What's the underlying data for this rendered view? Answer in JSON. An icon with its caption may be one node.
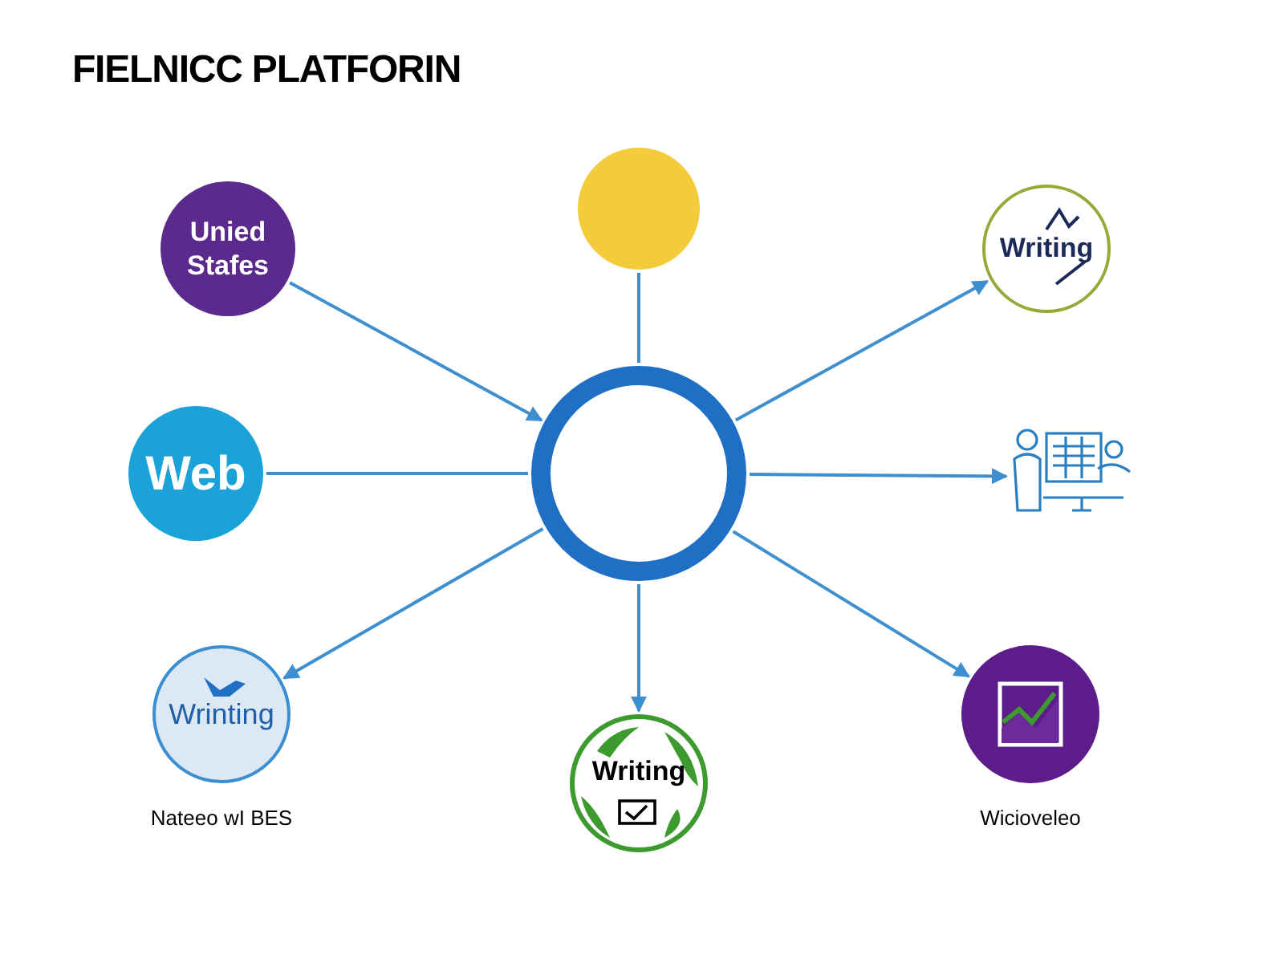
{
  "diagram": {
    "title": "FIELNICC PLATFORIN",
    "nodes": [
      {
        "text": [
          "Unied Stafes"
        ]
      },
      {
        "text": [],
        "shape": "circle"
      },
      {
        "text": [
          "Writing"
        ]
      },
      {
        "text": [
          "Web"
        ]
      },
      {
        "text": [],
        "shape": "circle"
      },
      {
        "text": [],
        "shape": "picture"
      },
      {
        "text": [
          "Wrinting"
        ],
        "beside": [
          "Nateeo wI BES"
        ]
      },
      {
        "text": [
          "Writing"
        ]
      },
      {
        "text": [],
        "shape": "circle",
        "beside": [
          "Wicioveleo"
        ]
      }
    ],
    "edges": [
      {
        "from": 0,
        "to": 4,
        "arrow": "to"
      },
      {
        "from": 1,
        "to": 4,
        "arrow": "none"
      },
      {
        "from": 3,
        "to": 4,
        "arrow": "none"
      },
      {
        "from": 4,
        "to": 2,
        "arrow": "to"
      },
      {
        "from": 4,
        "to": 5,
        "arrow": "to"
      },
      {
        "from": 4,
        "to": 6,
        "arrow": "to"
      },
      {
        "from": 4,
        "to": 7,
        "arrow": "to"
      },
      {
        "from": 4,
        "to": 8,
        "arrow": "to"
      }
    ]
  }
}
